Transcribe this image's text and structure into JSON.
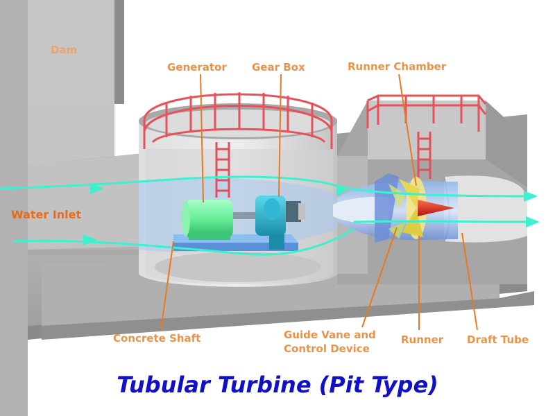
{
  "title": "Tubular Turbine (Pit Type)",
  "labels": {
    "dam": "Dam",
    "generator": "Generator",
    "gear_box": "Gear Box",
    "runner_chamber": "Runner Chamber",
    "water_inlet": "Water Inlet",
    "concrete_shaft": "Concrete Shaft",
    "guide_vane_line1": "Guide Vane and",
    "guide_vane_line2": "Control Device",
    "runner": "Runner",
    "draft_tube": "Draft Tube"
  },
  "colors": {
    "title": "#1010c8",
    "label": "#e8934a",
    "leader_line": "#e87a1e",
    "water_flow": "#3cf0d0",
    "concrete": "#b4b4b4",
    "railing": "#e8505a",
    "generator": "#66ee99",
    "gear_box": "#2ab4cc",
    "runner_cone": "#e82a1a",
    "runner_blades": "#f0e070"
  }
}
